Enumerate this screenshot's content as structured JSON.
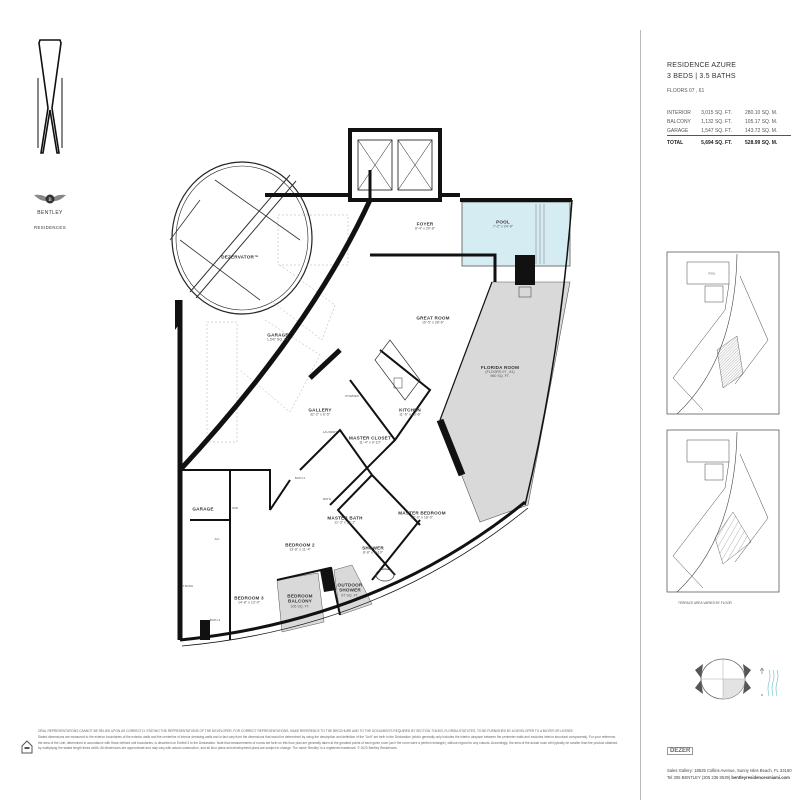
{
  "brand": {
    "name": "BENTLEY",
    "sub": "RESIDENCES",
    "developer": "DEZER"
  },
  "residence": {
    "title": "RESIDENCE AZURE",
    "beds_baths": "3 BEDS  |  3.5 BATHS",
    "floors": "FLOORS 07 , 61",
    "areas": [
      {
        "label": "INTERIOR",
        "sqft": "3,015 SQ. FT.",
        "sqm": "280.10 SQ. M."
      },
      {
        "label": "BALCONY",
        "sqft": "1,132 SQ. FT.",
        "sqm": "105.17 SQ. M."
      },
      {
        "label": "GARAGE",
        "sqft": "1,547 SQ. FT.",
        "sqm": "143.72 SQ. M."
      }
    ],
    "total": {
      "label": "TOTAL",
      "sqft": "5,694 SQ. FT.",
      "sqm": "528.99 SQ. M."
    }
  },
  "rooms": [
    {
      "name": "DEZERVATOR™",
      "dims": ""
    },
    {
      "name": "GARAGE",
      "dims": "1,547 SQ. FT."
    },
    {
      "name": "FOYER",
      "dims": "8'-4\" x 20'-8\""
    },
    {
      "name": "POOL",
      "dims": "7'-2\" x 24'-9\""
    },
    {
      "name": "GREAT ROOM",
      "dims": "19'-5\" x 28'-6\""
    },
    {
      "name": "FLORIDA ROOM",
      "dims": "(FLOORS 07 , 61)"
    },
    {
      "name": "GALLERY",
      "dims": "32'-2\" x 6'-5\""
    },
    {
      "name": "KITCHEN",
      "dims": "11'-6\" x 23'-6\""
    },
    {
      "name": "MASTER CLOSET",
      "dims": "11'-4\" x 9'-10\""
    },
    {
      "name": "MASTER BEDROOM",
      "dims": "17'-6\" x 18'-9\""
    },
    {
      "name": "MASTER BATH",
      "dims": "11'-3\" x 11'-2\""
    },
    {
      "name": "SHOWER",
      "dims": "8'-8\" x 9'-10\""
    },
    {
      "name": "BEDROOM 2",
      "dims": "13'-8\" x 11'-4\""
    },
    {
      "name": "GARAGE",
      "dims": ""
    },
    {
      "name": "BEDROOM 3",
      "dims": "14'-8\" x 13'-0\""
    },
    {
      "name": "BEDROOM BALCONY",
      "dims": "105 SQ. FT."
    },
    {
      "name": "OUTDOOR SHOWER",
      "dims": "67 SQ. FT."
    }
  ],
  "florida_room_area": "960 SQ. FT.",
  "small_labels": [
    "POWDER",
    "LAUNDRY",
    "BATH 2",
    "BATH",
    "A/C",
    "TRASH",
    "BATH 3",
    "W/D"
  ],
  "key_plan_caption": "TERRACE AREA VARIES BY FLOOR",
  "key_plan_pool": "POOL",
  "north_label": "N",
  "disclaimer": {
    "heading": "ORAL REPRESENTATIONS CANNOT BE RELIED UPON AS CORRECTLY STATING THE REPRESENTATIONS OF THE DEVELOPER. FOR CORRECT REPRESENTATIONS, MAKE REFERENCE TO THE BROCHURE AND TO THE DOCUMENTS REQUIRED BY SECTION 718.503, FLORIDA STATUTES, TO BE FURNISHED BY A DEVELOPER TO A BUYER OR LESSEE.",
    "body": "Stated dimensions are measured to the exterior boundaries of the exterior walls and the centerline of interior demising walls and in fact vary from the dimensions that would be determined by using the description and definition of the \"Unit\" set forth in the Declaration (which generally only includes the interior airspace between the perimeter walls and excludes interior structural components). For your reference, the area of the Unit, determined in accordance with those defined unit boundaries, is described on Exhibit 3 to the Declaration. Note that measurements of rooms set forth on this floor plan are generally taken at the greatest points of each given room (as if the room were a perfect rectangle), without regard for any cutouts. Accordingly, the area of the actual room will typically be smaller than the product obtained by multiplying the stated length times width. All dimensions are approximate and may vary with actual construction, and all floor plans and development plans are subject to change. The name 'Bentley' is a registered trademark. © 2020 Bentley Residences."
  },
  "contact": {
    "sales": "Sales Gallery: 18525 Collins Avenue, Sunny Isles Beach, FL 33160",
    "tel": "Tel 305 BENTLEY (305 236 8539)",
    "web": "bentleyresidencesmiami.com"
  },
  "colors": {
    "pool": "#d6ecf3",
    "terrace": "#d9d9d9",
    "wall": "#111111"
  }
}
